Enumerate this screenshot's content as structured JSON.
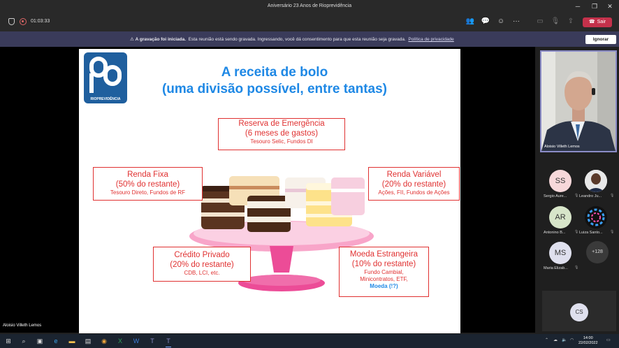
{
  "window": {
    "title": "Aniversário 23 Anos de Rioprevidência"
  },
  "toolbar": {
    "timer": "01:03:33",
    "leave_label": "Sair"
  },
  "banner": {
    "bold": "A gravação foi iniciada.",
    "text": "Esta reunião está sendo gravada. Ingressando, você dá consentimento para que esta reunião seja gravada.",
    "link": "Política de privacidade",
    "ignore_label": "Ignorar"
  },
  "slide": {
    "logo_text": "RIOPREVIDÊNCIA",
    "title_line1": "A receita de bolo",
    "title_line2": "(uma divisão possível, entre tantas)",
    "boxes": {
      "reserva": {
        "h1": "Reserva de Emergência",
        "h2": "(6 meses de gastos)",
        "s": "Tesouro Selic, Fundos DI"
      },
      "fixa": {
        "h1": "Renda Fixa",
        "h2": "(50% do restante)",
        "s": "Tesouro Direto, Fundos de RF"
      },
      "variavel": {
        "h1": "Renda Variável",
        "h2": "(20% do restante)",
        "s": "Ações, FII, Fundos de Ações"
      },
      "credito": {
        "h1": "Crédito Privado",
        "h2": "(20% do restante)",
        "s": "CDB, LCI, etc."
      },
      "moeda": {
        "h1": "Moeda Estrangeira",
        "h2": "(10% do restante)",
        "s1": "Fundo Cambial,",
        "s2": "Minicontratos, ETF,",
        "s3": "Moeda (!?)"
      }
    }
  },
  "presenter_name": "Aloisio Villeth Lemos",
  "participants": {
    "video_name": "Aloisio Villeth Lemos",
    "tiles": [
      {
        "initials": "SS",
        "name": "Sergio Aure...",
        "color": "#f7d8da"
      },
      {
        "initials": "",
        "name": "Leandro Ju...",
        "color": "#e8e8e8"
      },
      {
        "initials": "AR",
        "name": "Antonino B...",
        "color": "#d7e5c9"
      },
      {
        "initials": "",
        "name": "Luiza Santo...",
        "color": "#111111"
      },
      {
        "initials": "MS",
        "name": "Maria Elizab...",
        "color": "#dfe0ee"
      }
    ],
    "more": "+128",
    "self_initials": "CS"
  },
  "taskbar": {
    "time": "14:00",
    "date": "22/02/2022"
  }
}
